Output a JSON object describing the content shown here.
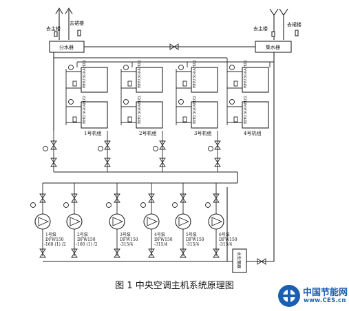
{
  "diagram": {
    "caption": "图 1  中央空调主机系统原理图",
    "top_labels": {
      "to_main_building_left": "去主楼",
      "to_podium_left": "去裙楼",
      "to_main_building_right": "去主楼",
      "to_podium_right": "去裙楼"
    },
    "headers": {
      "distributor": "分水器",
      "collector": "集水器"
    },
    "chiller_model": "RHU3G0AHZ2",
    "chillers": [
      "1号机组",
      "2号机组",
      "3号机组",
      "4号机组"
    ],
    "pumps": [
      {
        "name": "1号泵",
        "model": "DFW150",
        "spec": "-160 (1) /2"
      },
      {
        "name": "2号泵",
        "model": "DFW150",
        "spec": "-160 (1) /2"
      },
      {
        "name": "3号泵",
        "model": "DFW150",
        "spec": "-315/4"
      },
      {
        "name": "4号泵",
        "model": "DFW150",
        "spec": "-315/4"
      },
      {
        "name": "5号泵",
        "model": "DFW150",
        "spec": "-315/4"
      },
      {
        "name": "6号泵",
        "model": "DFW150",
        "spec": "-315/4"
      }
    ],
    "water_treatment": "水处理器"
  },
  "brand": {
    "name": "中国节能网",
    "url": "www.CES.cn",
    "color": "#1c5fae"
  }
}
